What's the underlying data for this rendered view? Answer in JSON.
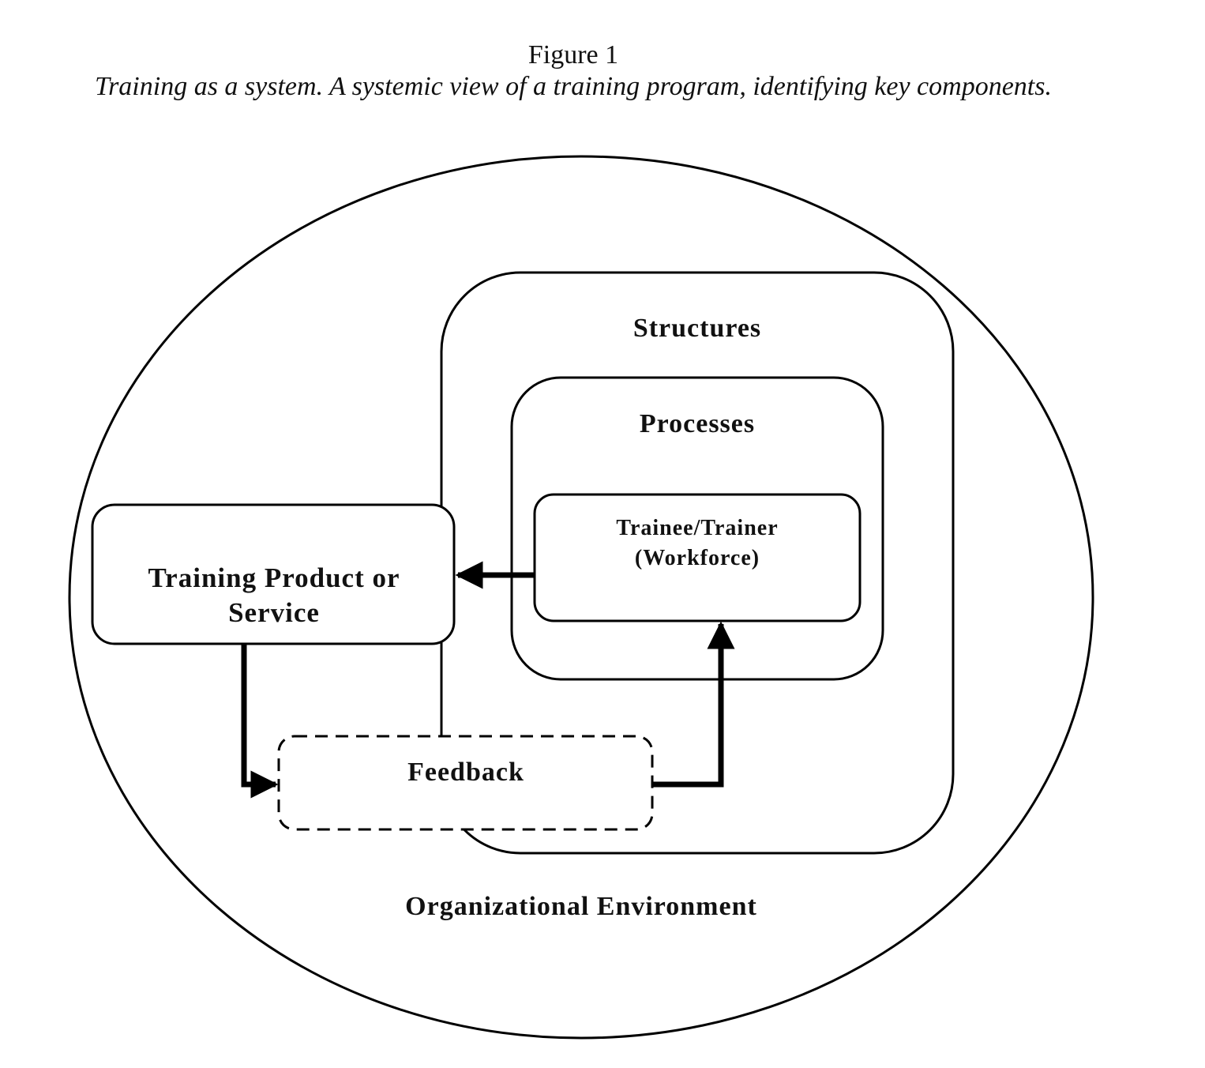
{
  "figure": {
    "number": "Figure 1",
    "caption": "Training as a system. A systemic view of a training program, identifying key components."
  },
  "diagram": {
    "environment_label": "Organizational Environment",
    "structures_label": "Structures",
    "processes_label": "Processes",
    "workforce_label_line1": "Trainee/Trainer",
    "workforce_label_line2": "(Workforce)",
    "product_label_line1": "Training Product or",
    "product_label_line2": "Service",
    "feedback_label": "Feedback"
  }
}
